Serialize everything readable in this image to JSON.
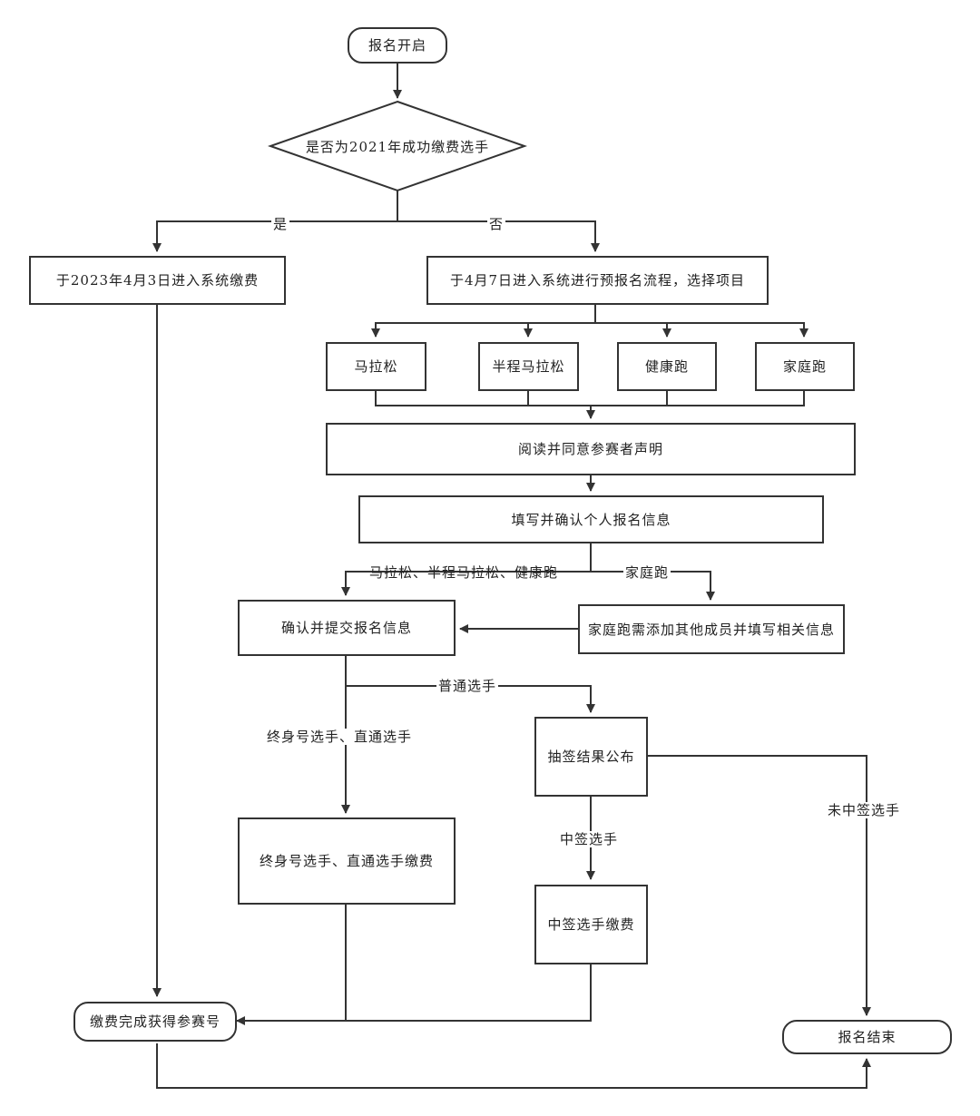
{
  "nodes": {
    "start": "报名开启",
    "decision": "是否为2021年成功缴费选手",
    "pay_2023": "于2023年4月3日进入系统缴费",
    "prereg": "于4月7日进入系统进行预报名流程，选择项目",
    "marathon": "马拉松",
    "half_marathon": "半程马拉松",
    "health_run": "健康跑",
    "family_run": "家庭跑",
    "read_agree": "阅读并同意参赛者声明",
    "fill_info": "填写并确认个人报名信息",
    "confirm_submit": "确认并提交报名信息",
    "family_add": "家庭跑需添加其他成员并填写相关信息",
    "lottery": "抽签结果公布",
    "lifetime_pay": "终身号选手、直通选手缴费",
    "winner_pay": "中签选手缴费",
    "pay_done": "缴费完成获得参赛号",
    "end": "报名结束"
  },
  "edge_labels": {
    "yes": "是",
    "no": "否",
    "three_events": "马拉松、半程马拉松、健康跑",
    "family": "家庭跑",
    "normal": "普通选手",
    "lifetime": "终身号选手、直通选手",
    "winner": "中签选手",
    "loser": "未中签选手"
  }
}
